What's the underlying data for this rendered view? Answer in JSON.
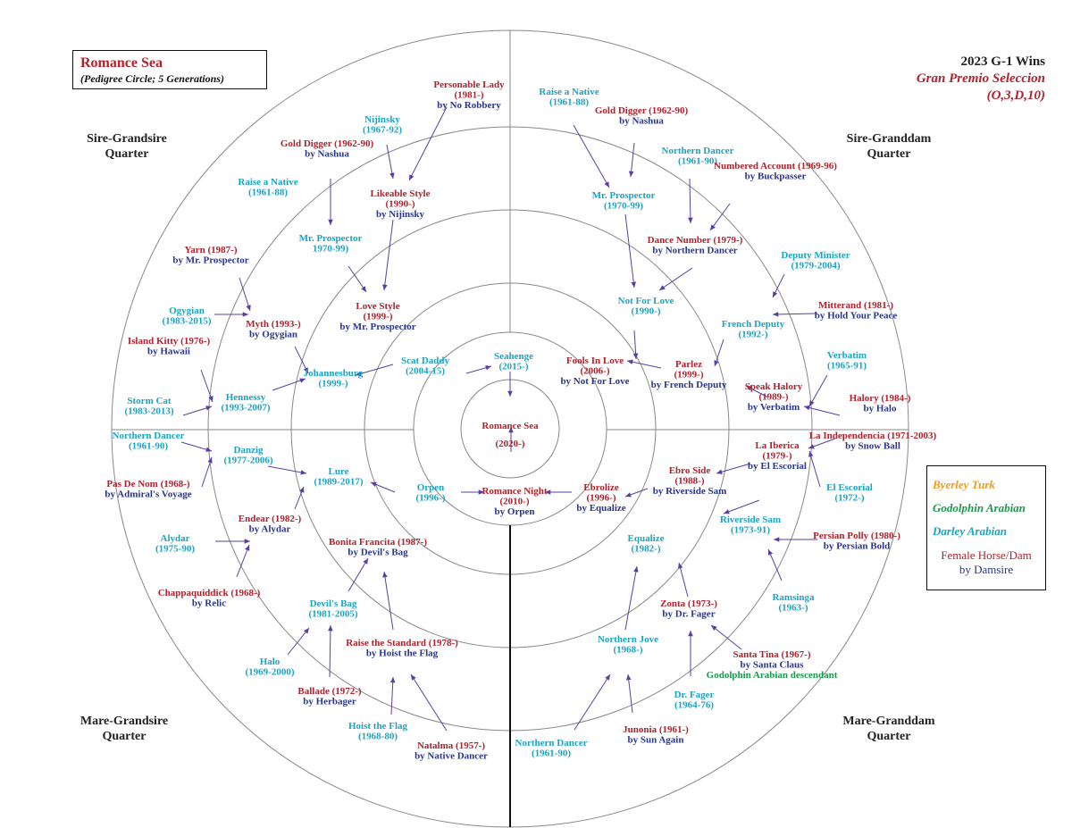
{
  "title": {
    "main": "Romance Sea",
    "sub": "(Pedigree Circle; 5 Generations)"
  },
  "race": {
    "year_label": "2023 G-1 Wins",
    "name": "Gran Premio Seleccion",
    "code": "(O,3,D,10)"
  },
  "quarters": {
    "sire_grandsire": [
      "Sire-Grandsire",
      "Quarter"
    ],
    "sire_granddam": [
      "Sire-Granddam",
      "Quarter"
    ],
    "mare_grandsire": [
      "Mare-Grandsire",
      "Quarter"
    ],
    "mare_granddam": [
      "Mare-Granddam",
      "Quarter"
    ]
  },
  "legend": {
    "byerley": "Byerley Turk",
    "godolphin": "Godolphin Arabian",
    "darley": "Darley Arabian",
    "female_1": "Female Horse/Dam",
    "female_2": "by Damsire"
  },
  "colors": {
    "dam": "#b5202b",
    "damsire": "#2a3590",
    "darley": "#1aa4c4",
    "godolphin": "#1a9a4a",
    "byerley": "#f09a20",
    "arrow": "#5a3fa0",
    "ring": "#888888"
  },
  "horses": [
    {
      "id": "h1",
      "lines": [
        "Romance Sea",
        "(2020-)"
      ],
      "kind": "center"
    },
    {
      "id": "h2",
      "lines": [
        "Seahenge",
        "(2015-)"
      ],
      "kind": "darley"
    },
    {
      "id": "h3",
      "lines": [
        "Romance Night",
        "(2010-)",
        "by Orpen"
      ],
      "kind": "dam"
    },
    {
      "id": "h4",
      "lines": [
        "Scat Daddy",
        "(2004-15)"
      ],
      "kind": "darley"
    },
    {
      "id": "h5",
      "lines": [
        "Fools In Love",
        "(2006-)",
        "by Not For Love"
      ],
      "kind": "dam"
    },
    {
      "id": "h6",
      "lines": [
        "Orpen",
        "(1996-)"
      ],
      "kind": "darley"
    },
    {
      "id": "h7",
      "lines": [
        "Ebrolize",
        "(1996-)",
        "by Equalize"
      ],
      "kind": "dam"
    },
    {
      "id": "h8",
      "lines": [
        "Johannesburg",
        "(1999-)"
      ],
      "kind": "darley"
    },
    {
      "id": "h9",
      "lines": [
        "Love Style",
        "(1999-)",
        "by Mr. Prospector"
      ],
      "kind": "dam"
    },
    {
      "id": "h10",
      "lines": [
        "Not For Love",
        "(1990-)"
      ],
      "kind": "darley"
    },
    {
      "id": "h11",
      "lines": [
        "Parlez",
        "(1999-)",
        "by French Deputy"
      ],
      "kind": "dam"
    },
    {
      "id": "h12",
      "lines": [
        "Lure",
        "(1989-2017)"
      ],
      "kind": "darley"
    },
    {
      "id": "h13",
      "lines": [
        "Bonita Francita (1987-)",
        "by Devil's Bag"
      ],
      "kind": "dam"
    },
    {
      "id": "h14",
      "lines": [
        "Equalize",
        "(1982-)"
      ],
      "kind": "darley"
    },
    {
      "id": "h15",
      "lines": [
        "Ebro Side",
        "(1988-)",
        "by Riverside Sam"
      ],
      "kind": "dam"
    },
    {
      "id": "h16",
      "lines": [
        "Hennessy",
        "(1993-2007)"
      ],
      "kind": "darley"
    },
    {
      "id": "h17",
      "lines": [
        "Myth (1993-)",
        "by Ogygian"
      ],
      "kind": "dam"
    },
    {
      "id": "h18",
      "lines": [
        "Mr. Prospector",
        "1970-99)"
      ],
      "kind": "darley"
    },
    {
      "id": "h19",
      "lines": [
        "Likeable Style",
        "(1990-)",
        "by Nijinsky"
      ],
      "kind": "dam"
    },
    {
      "id": "h20",
      "lines": [
        "Mr. Prospector",
        "(1970-99)"
      ],
      "kind": "darley"
    },
    {
      "id": "h21",
      "lines": [
        "Dance Number (1979-)",
        "by Northern Dancer"
      ],
      "kind": "dam"
    },
    {
      "id": "h22",
      "lines": [
        "French Deputy",
        "(1992-)"
      ],
      "kind": "darley"
    },
    {
      "id": "h23",
      "lines": [
        "Speak Halory",
        "(1989-)",
        "by Verbatim"
      ],
      "kind": "dam"
    },
    {
      "id": "h24",
      "lines": [
        "Danzig",
        "(1977-2006)"
      ],
      "kind": "darley"
    },
    {
      "id": "h25",
      "lines": [
        "Endear (1982-)",
        "by Alydar"
      ],
      "kind": "dam"
    },
    {
      "id": "h26",
      "lines": [
        "Devil's Bag",
        "(1981-2005)"
      ],
      "kind": "darley"
    },
    {
      "id": "h27",
      "lines": [
        "Raise the Standard (1978-)",
        "by Hoist the Flag"
      ],
      "kind": "dam"
    },
    {
      "id": "h28",
      "lines": [
        "Northern Jove",
        "(1968-)"
      ],
      "kind": "darley"
    },
    {
      "id": "h29",
      "lines": [
        "Zonta (1973-)",
        "by Dr. Fager"
      ],
      "kind": "dam"
    },
    {
      "id": "h30",
      "lines": [
        "Riverside Sam",
        "(1973-91)"
      ],
      "kind": "darley"
    },
    {
      "id": "h31",
      "lines": [
        "La Iberica",
        "(1979-)",
        "by El Escorial"
      ],
      "kind": "dam"
    },
    {
      "id": "h32",
      "lines": [
        "Storm Cat",
        "(1983-2013)"
      ],
      "kind": "darley"
    },
    {
      "id": "h33",
      "lines": [
        "Island Kitty (1976-)",
        "by Hawaii"
      ],
      "kind": "dam"
    },
    {
      "id": "h34",
      "lines": [
        "Ogygian",
        "(1983-2015)"
      ],
      "kind": "darley"
    },
    {
      "id": "h35",
      "lines": [
        "Yarn (1987-)",
        "by Mr. Prospector"
      ],
      "kind": "dam"
    },
    {
      "id": "h36",
      "lines": [
        "Raise a Native",
        "(1961-88)"
      ],
      "kind": "darley"
    },
    {
      "id": "h37",
      "lines": [
        "Gold Digger (1962-90)",
        "by Nashua"
      ],
      "kind": "dam"
    },
    {
      "id": "h38",
      "lines": [
        "Nijinsky",
        "(1967-92)"
      ],
      "kind": "darley"
    },
    {
      "id": "h39",
      "lines": [
        "Personable Lady",
        "(1981-)",
        "by No Robbery"
      ],
      "kind": "dam"
    },
    {
      "id": "h40",
      "lines": [
        "Raise a Native",
        "(1961-88)"
      ],
      "kind": "darley"
    },
    {
      "id": "h41",
      "lines": [
        "Gold Digger (1962-90)",
        "by Nashua"
      ],
      "kind": "dam"
    },
    {
      "id": "h42",
      "lines": [
        "Northern Dancer",
        "(1961-90)"
      ],
      "kind": "darley"
    },
    {
      "id": "h43",
      "lines": [
        "Numbered Account (1969-96)",
        "by Buckpasser"
      ],
      "kind": "dam"
    },
    {
      "id": "h44",
      "lines": [
        "Deputy Minister",
        "(1979-2004)"
      ],
      "kind": "darley"
    },
    {
      "id": "h45",
      "lines": [
        "Mitterand (1981-)",
        "by Hold Your Peace"
      ],
      "kind": "dam"
    },
    {
      "id": "h46",
      "lines": [
        "Verbatim",
        "(1965-91)"
      ],
      "kind": "darley"
    },
    {
      "id": "h47",
      "lines": [
        "Halory (1984-)",
        "by Halo"
      ],
      "kind": "dam"
    },
    {
      "id": "h48",
      "lines": [
        "Northern Dancer",
        "(1961-90)"
      ],
      "kind": "darley"
    },
    {
      "id": "h49",
      "lines": [
        "Pas De Nom (1968-)",
        "by Admiral's Voyage"
      ],
      "kind": "dam"
    },
    {
      "id": "h50",
      "lines": [
        "Alydar",
        "(1975-90)"
      ],
      "kind": "darley"
    },
    {
      "id": "h51",
      "lines": [
        "Chappaquiddick (1968-)",
        "by Relic"
      ],
      "kind": "dam"
    },
    {
      "id": "h52",
      "lines": [
        "Halo",
        "(1969-2000)"
      ],
      "kind": "darley"
    },
    {
      "id": "h53",
      "lines": [
        "Ballade (1972-)",
        "by Herbager"
      ],
      "kind": "dam"
    },
    {
      "id": "h54",
      "lines": [
        "Hoist the Flag",
        "(1968-80)"
      ],
      "kind": "darley"
    },
    {
      "id": "h55",
      "lines": [
        "Natalma (1957-)",
        "by Native Dancer"
      ],
      "kind": "dam"
    },
    {
      "id": "h56",
      "lines": [
        "Northern Dancer",
        "(1961-90)"
      ],
      "kind": "darley"
    },
    {
      "id": "h57",
      "lines": [
        "Junonia (1961-)",
        "by Sun Again"
      ],
      "kind": "dam"
    },
    {
      "id": "h58",
      "lines": [
        "Dr. Fager",
        "(1964-76)"
      ],
      "kind": "darley"
    },
    {
      "id": "h59",
      "lines": [
        "Santa Tina (1967-)",
        "by Santa Claus",
        "Godolphin Arabian descendant"
      ],
      "kind": "dam_godolphin"
    },
    {
      "id": "h60",
      "lines": [
        "Ramsinga",
        "(1963-)"
      ],
      "kind": "darley"
    },
    {
      "id": "h61",
      "lines": [
        "Persian Polly (1980-)",
        "by Persian Bold"
      ],
      "kind": "dam"
    },
    {
      "id": "h62",
      "lines": [
        "El Escorial",
        "(1972-)"
      ],
      "kind": "darley"
    },
    {
      "id": "h63",
      "lines": [
        "La Independencia (1971-2003)",
        "by Snow Ball"
      ],
      "kind": "dam"
    }
  ]
}
